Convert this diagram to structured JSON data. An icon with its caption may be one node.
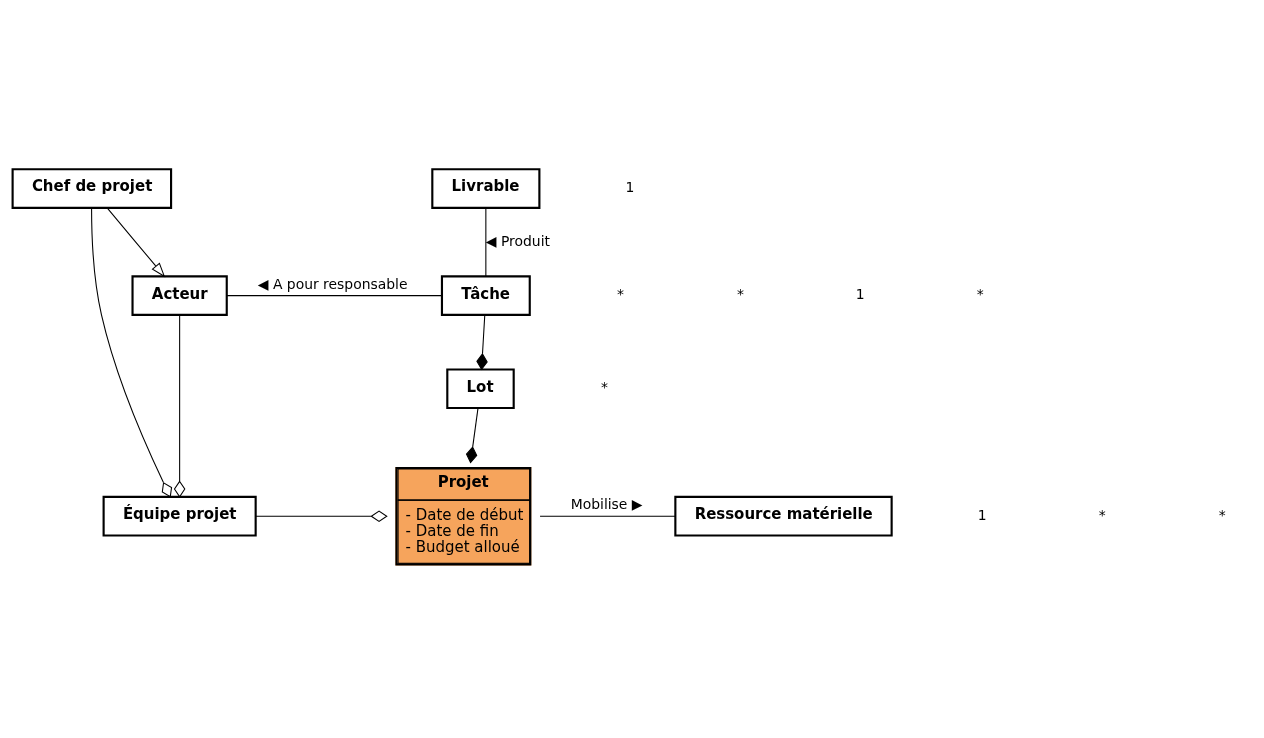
{
  "diagram": {
    "nodes": [
      {
        "text": [
          "Équipe projet"
        ]
      },
      {
        "text": [
          "Projet",
          "- Date de début",
          "- Date de fin",
          "- Budget alloué"
        ]
      },
      {
        "text": [
          "Ressource matérielle"
        ]
      },
      {
        "text": [
          "Lot"
        ]
      },
      {
        "text": [
          "Acteur"
        ]
      },
      {
        "text": [
          "Tâche"
        ]
      },
      {
        "text": [
          "Chef de projet"
        ]
      },
      {
        "text": [
          "Livrable"
        ]
      }
    ],
    "edges": [
      {
        "from": 0,
        "to": 1,
        "arrow": "other"
      },
      {
        "from": 1,
        "to": 2,
        "arrow": "none",
        "label": "Mobilise ▶"
      },
      {
        "from": 3,
        "to": 1,
        "arrow": "other"
      },
      {
        "from": 5,
        "to": 3,
        "arrow": "other"
      },
      {
        "from": 4,
        "to": 0,
        "arrow": "other"
      },
      {
        "from": 6,
        "to": 0,
        "arrow": "other"
      },
      {
        "from": 6,
        "to": 4,
        "arrow": "to"
      },
      {
        "from": 4,
        "to": 5,
        "arrow": "none",
        "label": "◀ A pour responsable"
      },
      {
        "from": 7,
        "to": 5,
        "arrow": "none",
        "label": "◀ Produit"
      }
    ],
    "labels": [
      "1",
      "*",
      "*",
      "*",
      "*",
      "*",
      "1",
      "*",
      "1"
    ]
  }
}
